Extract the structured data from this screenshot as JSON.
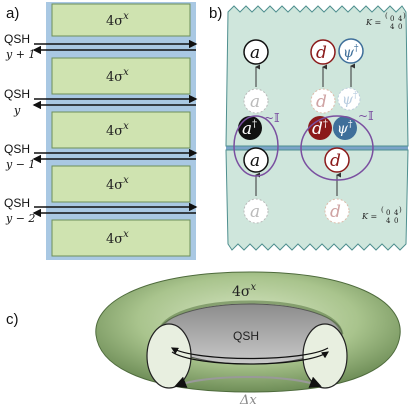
{
  "panel_a": {
    "label": "a)",
    "rows": [
      {
        "qsh": "QSH",
        "y": "y + 1"
      },
      {
        "qsh": "QSH",
        "y": "y"
      },
      {
        "qsh": "QSH",
        "y": "y − 1"
      },
      {
        "qsh": "QSH",
        "y": "y − 2"
      }
    ],
    "block_label": "4σ",
    "block_sup": "x"
  },
  "panel_b": {
    "label": "b)",
    "k_matrix_label": "K =",
    "k_matrix": [
      "0",
      "4",
      "4",
      "0"
    ],
    "ops": {
      "a": "a",
      "d": "d",
      "psi_dag": "ψ",
      "dag": "†",
      "a_dag": "a",
      "d_dag": "d",
      "psi": "ψ"
    },
    "identity": "~𝕀"
  },
  "panel_c": {
    "label": "c)",
    "torus_label": "4σ",
    "torus_sup": "x",
    "center_label": "QSH",
    "gap_label": "Δx"
  },
  "colors": {
    "block_green": "#cfe3b0",
    "block_border": "#6e8f5a",
    "edge_blue": "#8fb4d6",
    "panel_b_bg": "#cfe6dc",
    "purple": "#7a4fa0",
    "dark_red": "#8b1a1a",
    "steel_blue": "#3f6f9a",
    "torus_green": "#a9c48d"
  }
}
